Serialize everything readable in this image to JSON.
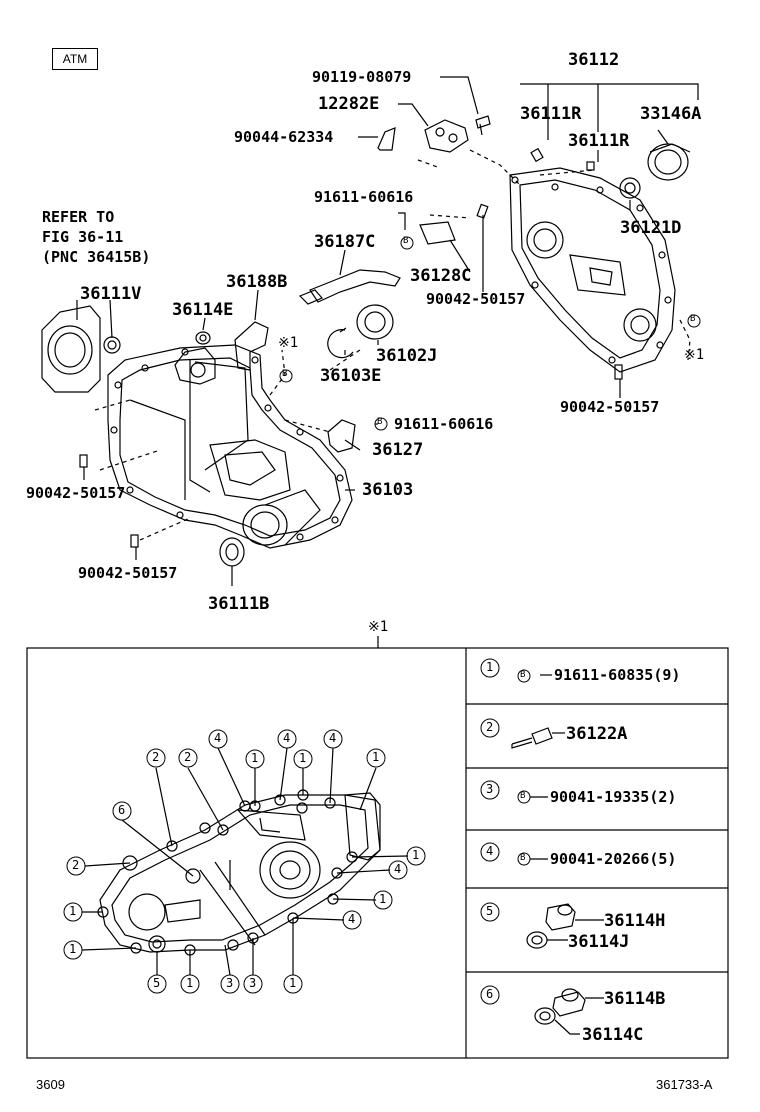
{
  "badge": "ATM",
  "refer_note": [
    "REFER TO",
    "FIG 36-11",
    "(PNC 36415B)"
  ],
  "parts": {
    "p36112": "36112",
    "p90119": "90119-08079",
    "p12282E": "12282E",
    "p36111R_a": "36111R",
    "p33146A": "33146A",
    "p90044": "90044-62334",
    "p36111R_b": "36111R",
    "p91611_a": "91611-60616",
    "p36121D": "36121D",
    "p36187C": "36187C",
    "p36128C": "36128C",
    "p90042_a": "90042-50157",
    "p36188B": "36188B",
    "p36111V": "36111V",
    "p36114E": "36114E",
    "p36102J": "36102J",
    "p36103E": "36103E",
    "p90042_b": "90042-50157",
    "p91611_b": "91611-60616",
    "p36127": "36127",
    "p36103": "36103",
    "p90042_c": "90042-50157",
    "p90042_d": "90042-50157",
    "p36111B": "36111B"
  },
  "marks": {
    "b": "B",
    "x1": "※1"
  },
  "legend": [
    {
      "num": "1",
      "text": "91611-60835(9)"
    },
    {
      "num": "2",
      "text": "36122A"
    },
    {
      "num": "3",
      "text": "90041-19335(2)"
    },
    {
      "num": "4",
      "text": "90041-20266(5)"
    },
    {
      "num": "5",
      "text_a": "36114H",
      "text_b": "36114J"
    },
    {
      "num": "6",
      "text_a": "36114B",
      "text_b": "36114C"
    }
  ],
  "callout_nums": {
    "n1": "1",
    "n2": "2",
    "n3": "3",
    "n4": "4",
    "n5": "5",
    "n6": "6"
  },
  "footer": {
    "left": "3609",
    "right": "361733-A"
  }
}
